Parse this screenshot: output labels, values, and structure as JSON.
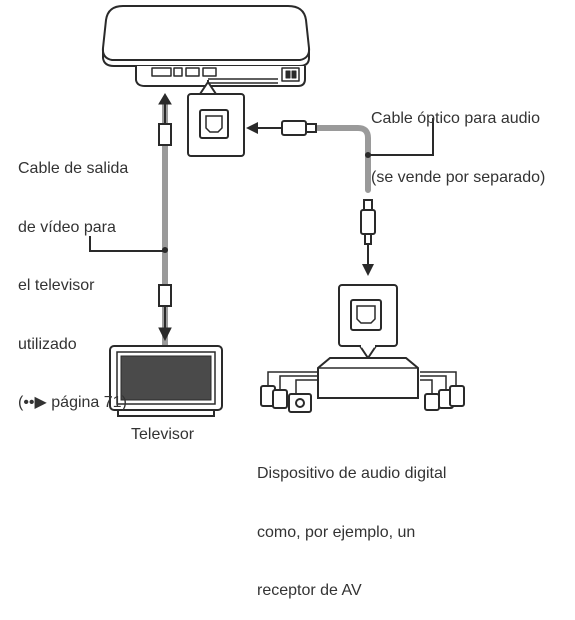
{
  "labels": {
    "optical_cable": [
      "Cable óptico para audio",
      "(se vende por separado)"
    ],
    "video_cable": [
      "Cable de salida",
      "de vídeo para",
      "el televisor",
      "utilizado",
      "(••▶ página 71)"
    ],
    "television": "Televisor",
    "audio_device": [
      "Dispositivo de audio digital",
      "como, por ejemplo, un",
      "receptor de AV"
    ]
  },
  "colors": {
    "line": "#2a2a2a",
    "cable_grey": "#9a9a9a",
    "screen": "#4a4a4a",
    "text": "#333333"
  },
  "icons": [
    "ps3-console-icon",
    "optical-port-icon",
    "television-icon",
    "av-receiver-icon",
    "speaker-icon",
    "subwoofer-icon"
  ]
}
